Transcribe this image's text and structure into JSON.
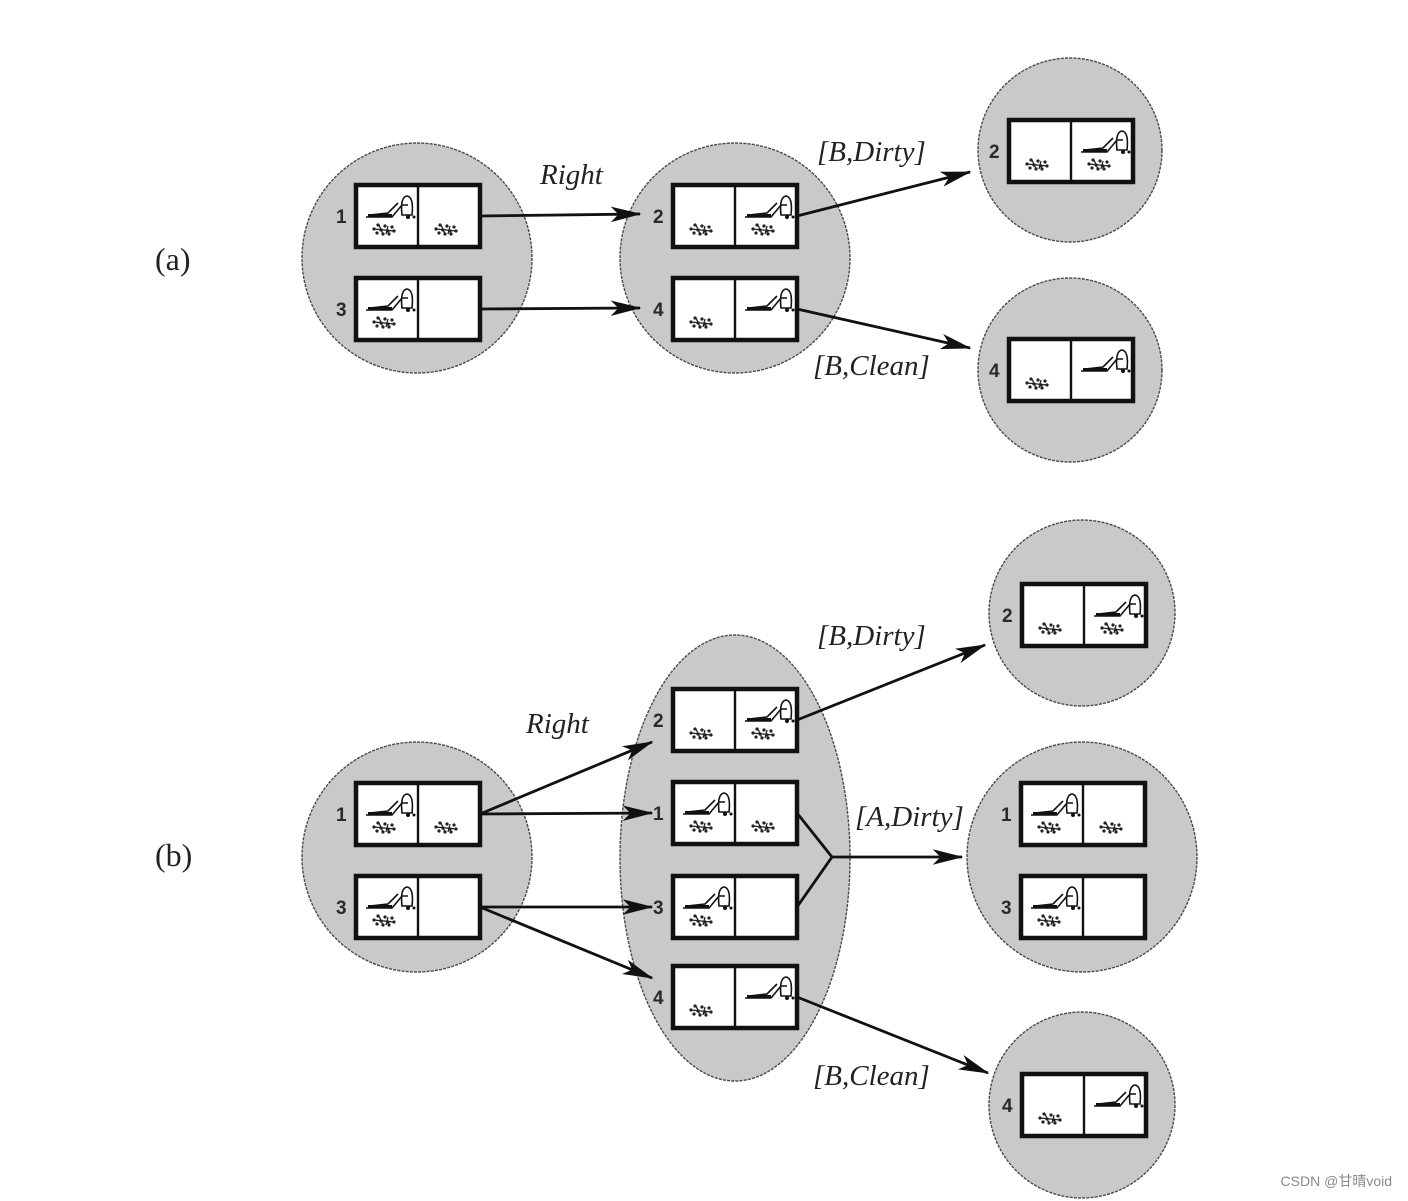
{
  "panels": [
    {
      "id": "a",
      "label": "(a)",
      "nodes": [
        {
          "id": "a-start",
          "shape": "circle",
          "states": [
            {
              "num": "1",
              "left": {
                "vacuum": true,
                "dirt": true
              },
              "right": {
                "vacuum": false,
                "dirt": true
              }
            },
            {
              "num": "3",
              "left": {
                "vacuum": true,
                "dirt": true
              },
              "right": {
                "vacuum": false,
                "dirt": false
              }
            }
          ]
        },
        {
          "id": "a-after-right",
          "shape": "circle",
          "states": [
            {
              "num": "2",
              "left": {
                "vacuum": false,
                "dirt": true
              },
              "right": {
                "vacuum": true,
                "dirt": true
              }
            },
            {
              "num": "4",
              "left": {
                "vacuum": false,
                "dirt": true
              },
              "right": {
                "vacuum": true,
                "dirt": false
              }
            }
          ]
        },
        {
          "id": "a-b-dirty",
          "shape": "circle",
          "states": [
            {
              "num": "2",
              "left": {
                "vacuum": false,
                "dirt": true
              },
              "right": {
                "vacuum": true,
                "dirt": true
              }
            }
          ]
        },
        {
          "id": "a-b-clean",
          "shape": "circle",
          "states": [
            {
              "num": "4",
              "left": {
                "vacuum": false,
                "dirt": true
              },
              "right": {
                "vacuum": true,
                "dirt": false
              }
            }
          ]
        }
      ],
      "edges": [
        {
          "from": "1",
          "to": "2",
          "label": "Right"
        },
        {
          "from": "3",
          "to": "4",
          "label": ""
        },
        {
          "from": "2",
          "to": "a-b-dirty",
          "label": "[B,Dirty]"
        },
        {
          "from": "4",
          "to": "a-b-clean",
          "label": "[B,Clean]"
        }
      ]
    },
    {
      "id": "b",
      "label": "(b)",
      "nodes": [
        {
          "id": "b-start",
          "shape": "circle",
          "states": [
            {
              "num": "1",
              "left": {
                "vacuum": true,
                "dirt": true
              },
              "right": {
                "vacuum": false,
                "dirt": true
              }
            },
            {
              "num": "3",
              "left": {
                "vacuum": true,
                "dirt": true
              },
              "right": {
                "vacuum": false,
                "dirt": false
              }
            }
          ]
        },
        {
          "id": "b-after-right",
          "shape": "ellipse",
          "states": [
            {
              "num": "2",
              "left": {
                "vacuum": false,
                "dirt": true
              },
              "right": {
                "vacuum": true,
                "dirt": true
              }
            },
            {
              "num": "1",
              "left": {
                "vacuum": true,
                "dirt": true
              },
              "right": {
                "vacuum": false,
                "dirt": true
              }
            },
            {
              "num": "3",
              "left": {
                "vacuum": true,
                "dirt": true
              },
              "right": {
                "vacuum": false,
                "dirt": false
              }
            },
            {
              "num": "4",
              "left": {
                "vacuum": false,
                "dirt": true
              },
              "right": {
                "vacuum": true,
                "dirt": false
              }
            }
          ]
        },
        {
          "id": "b-b-dirty",
          "shape": "circle",
          "states": [
            {
              "num": "2",
              "left": {
                "vacuum": false,
                "dirt": true
              },
              "right": {
                "vacuum": true,
                "dirt": true
              }
            }
          ]
        },
        {
          "id": "b-a-dirty",
          "shape": "circle",
          "states": [
            {
              "num": "1",
              "left": {
                "vacuum": true,
                "dirt": true
              },
              "right": {
                "vacuum": false,
                "dirt": true
              }
            },
            {
              "num": "3",
              "left": {
                "vacuum": true,
                "dirt": true
              },
              "right": {
                "vacuum": false,
                "dirt": false
              }
            }
          ]
        },
        {
          "id": "b-b-clean",
          "shape": "circle",
          "states": [
            {
              "num": "4",
              "left": {
                "vacuum": false,
                "dirt": true
              },
              "right": {
                "vacuum": true,
                "dirt": false
              }
            }
          ]
        }
      ],
      "edges": [
        {
          "from": "1",
          "to": "2",
          "label": "Right"
        },
        {
          "from": "1",
          "to": "1",
          "label": ""
        },
        {
          "from": "3",
          "to": "3",
          "label": ""
        },
        {
          "from": "3",
          "to": "4",
          "label": ""
        },
        {
          "from": "2",
          "to": "b-b-dirty",
          "label": "[B,Dirty]"
        },
        {
          "from": "1,3",
          "to": "b-a-dirty",
          "label": "[A,Dirty]"
        },
        {
          "from": "4",
          "to": "b-b-clean",
          "label": "[B,Clean]"
        }
      ]
    }
  ],
  "watermark": "CSDN @甘晴void"
}
